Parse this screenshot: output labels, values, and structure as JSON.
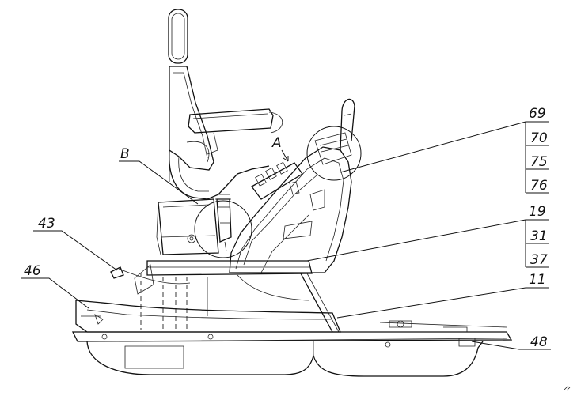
{
  "callouts": {
    "c69": "69",
    "c70": "70",
    "c75": "75",
    "c76": "76",
    "c19": "19",
    "c31": "31",
    "c37": "37",
    "c11": "11",
    "c48": "48",
    "c43": "43",
    "c46": "46",
    "viewB": "B",
    "viewA": "A"
  }
}
